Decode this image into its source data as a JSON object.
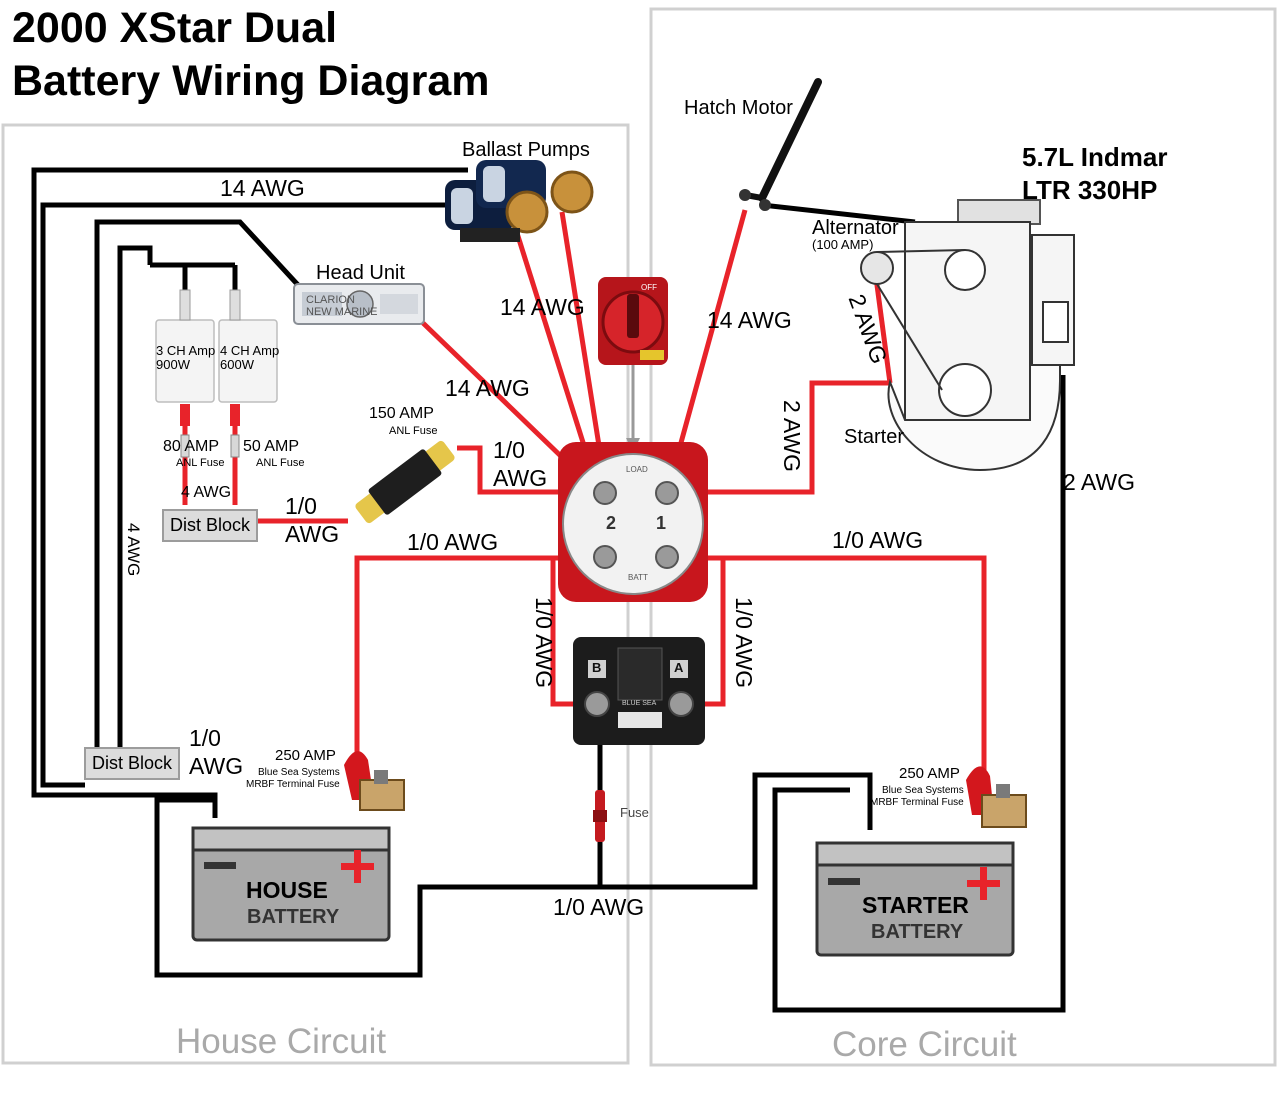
{
  "title": {
    "line1": "2000 XStar Dual",
    "line2": "Battery Wiring Diagram"
  },
  "circuits": {
    "house": "House Circuit",
    "core": "Core Circuit"
  },
  "components": {
    "ballast_pumps": "Ballast Pumps",
    "head_unit": "Head Unit",
    "head_unit_brand": "CLARION",
    "head_unit_model": "NEW MARINE",
    "hatch_motor": "Hatch Motor",
    "engine_line1": "5.7L Indmar",
    "engine_line2": "LTR 330HP",
    "alternator": "Alternator",
    "alternator_rating": "(100 AMP)",
    "starter": "Starter",
    "amp3_line1": "3 CH Amp",
    "amp3_line2": "900W",
    "amp4_line1": "4 CH Amp",
    "amp4_line2": "600W",
    "fuse80_line1": "80 AMP",
    "fuse80_line2": "ANL Fuse",
    "fuse50_line1": "50 AMP",
    "fuse50_line2": "ANL Fuse",
    "fuse150_line1": "150 AMP",
    "fuse150_line2": "ANL Fuse",
    "dist_block_top": "Dist Block",
    "dist_block_bottom": "Dist Block",
    "mrbf_house_line1": "250 AMP",
    "mrbf_house_line2": "Blue Sea Systems",
    "mrbf_house_line3": "MRBF Terminal Fuse",
    "mrbf_starter_line1": "250 AMP",
    "mrbf_starter_line2": "Blue Sea Systems",
    "mrbf_starter_line3": "MRBF Terminal Fuse",
    "inline_fuse": "Fuse",
    "house_battery_line1": "HOUSE",
    "house_battery_line2": "BATTERY",
    "starter_battery_line1": "STARTER",
    "starter_battery_line2": "BATTERY",
    "switch_load": "LOAD",
    "switch_batt": "BATT",
    "switch_pos1": "1",
    "switch_pos2": "2",
    "switch_off": "OFF",
    "acr_b": "B",
    "acr_a": "A",
    "acr_brand": "BLUE SEA"
  },
  "wire_labels": {
    "house_14awg_top": "14 AWG",
    "ballast_14awg": "14 AWG",
    "hatch_14awg": "14 AWG",
    "head_unit_14awg": "14 AWG",
    "alternator_2awg": "2 AWG",
    "starter_2awg": "2 AWG",
    "engine_ground_2awg": "2 AWG",
    "fuse_to_switch_num": "1/0",
    "fuse_to_switch_unit": "AWG",
    "dist_to_fuse_num": "1/0",
    "dist_to_fuse_unit": "AWG",
    "amps_4awg": "4 AWG",
    "house_feed_4awg": "4 AWG",
    "batt2_feed": "1/0 AWG",
    "batt1_feed": "1/0 AWG",
    "acr_left": "1/0 AWG",
    "acr_right": "1/0 AWG",
    "ground_bus": "1/0 AWG",
    "dist_house_num": "1/0",
    "dist_house_unit": "AWG"
  },
  "colors": {
    "positive_wire": "#e8232a",
    "negative_wire": "#000000",
    "circuit_border": "#d0d0d0",
    "circuit_label": "#a9a9a9",
    "switch_red": "#c8161d",
    "battery_gray": "#a8a8a8"
  }
}
